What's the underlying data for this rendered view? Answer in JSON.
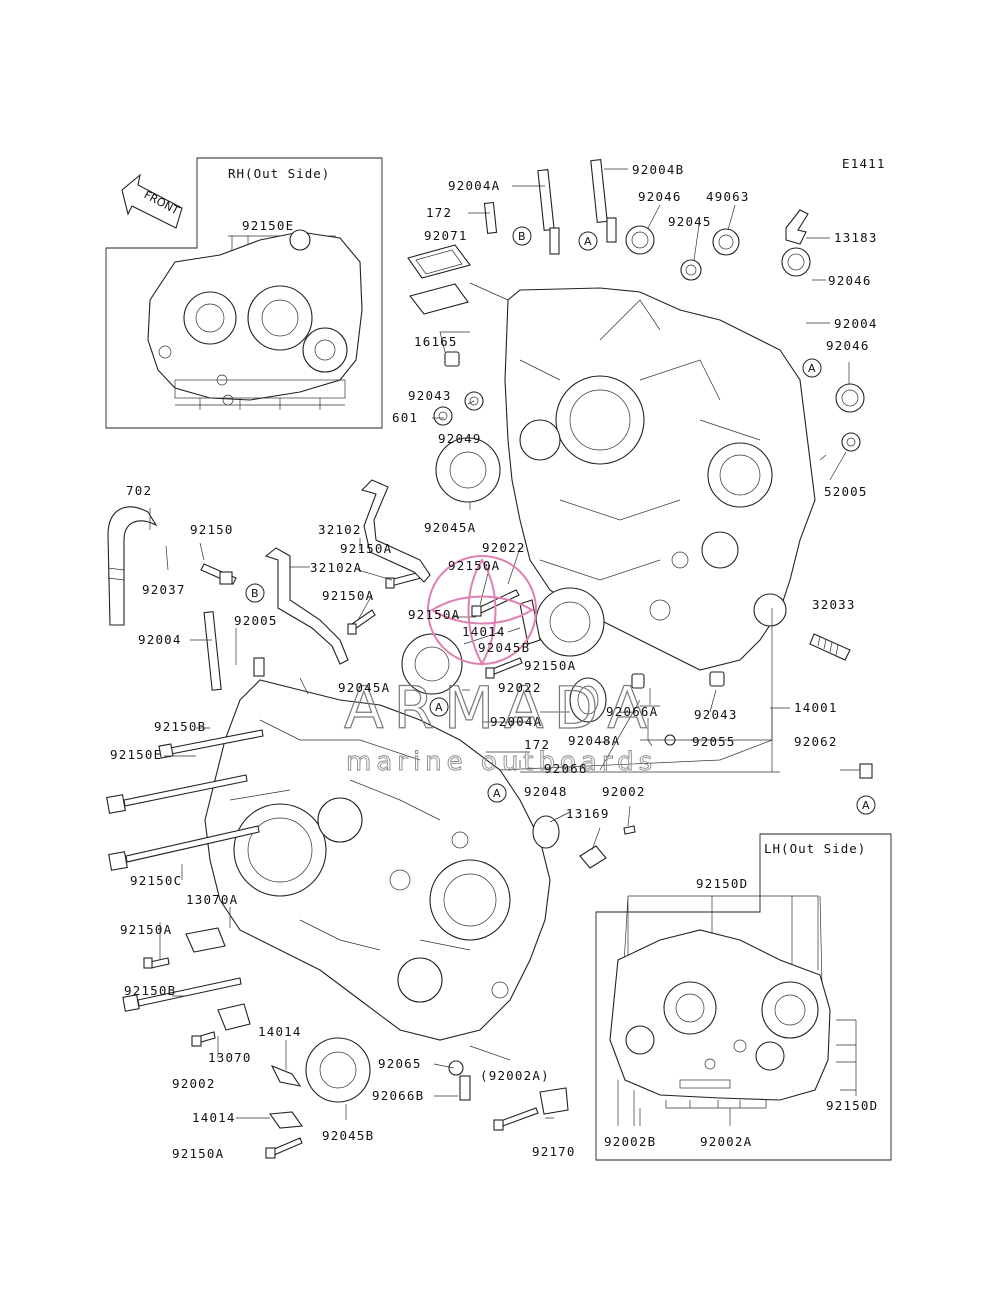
{
  "code": "E1411",
  "front_label": "FRONT",
  "inset_rh": {
    "title": "RH(Out Side)",
    "label": "92150E"
  },
  "inset_lh": {
    "title": "LH(Out Side)",
    "label_top": "92150D",
    "label_right": "92150D",
    "label_bottom_left": "92002B",
    "label_bottom_mid": "92002A"
  },
  "watermark": {
    "title": "ARMADA",
    "subtitle": "marine outboards",
    "color": "#e07fb4"
  },
  "ref_marks": [
    "A",
    "B"
  ],
  "labels": [
    {
      "id": "l1",
      "text": "92004B"
    },
    {
      "id": "l2",
      "text": "92004A"
    },
    {
      "id": "l3",
      "text": "172"
    },
    {
      "id": "l4",
      "text": "92071"
    },
    {
      "id": "l5",
      "text": "16165"
    },
    {
      "id": "l6",
      "text": "92043"
    },
    {
      "id": "l7",
      "text": "601"
    },
    {
      "id": "l8",
      "text": "92049"
    },
    {
      "id": "l9",
      "text": "92046"
    },
    {
      "id": "l10",
      "text": "49063"
    },
    {
      "id": "l11",
      "text": "92045"
    },
    {
      "id": "l12",
      "text": "13183"
    },
    {
      "id": "l13",
      "text": "92046"
    },
    {
      "id": "l14",
      "text": "92004"
    },
    {
      "id": "l15",
      "text": "92046"
    },
    {
      "id": "l16",
      "text": "52005"
    },
    {
      "id": "l17",
      "text": "702"
    },
    {
      "id": "l18",
      "text": "92150"
    },
    {
      "id": "l19",
      "text": "92037"
    },
    {
      "id": "l20",
      "text": "32102"
    },
    {
      "id": "l21",
      "text": "92150A"
    },
    {
      "id": "l22",
      "text": "32102A"
    },
    {
      "id": "l23",
      "text": "92045A"
    },
    {
      "id": "l24",
      "text": "92022"
    },
    {
      "id": "l25",
      "text": "92150A"
    },
    {
      "id": "l26",
      "text": "92150A"
    },
    {
      "id": "l27",
      "text": "92150A"
    },
    {
      "id": "l28",
      "text": "14014"
    },
    {
      "id": "l29",
      "text": "92045B"
    },
    {
      "id": "l30",
      "text": "92004"
    },
    {
      "id": "l31",
      "text": "92005"
    },
    {
      "id": "l32",
      "text": "92045A"
    },
    {
      "id": "l33",
      "text": "92150A"
    },
    {
      "id": "l34",
      "text": "92022"
    },
    {
      "id": "l35",
      "text": "32033"
    },
    {
      "id": "l36",
      "text": "14001"
    },
    {
      "id": "l37",
      "text": "92066A"
    },
    {
      "id": "l38",
      "text": "92043"
    },
    {
      "id": "l39",
      "text": "92004A"
    },
    {
      "id": "l40",
      "text": "92048A"
    },
    {
      "id": "l41",
      "text": "92055"
    },
    {
      "id": "l42",
      "text": "172"
    },
    {
      "id": "l43",
      "text": "92062"
    },
    {
      "id": "l44",
      "text": "92066"
    },
    {
      "id": "l45",
      "text": "92150B"
    },
    {
      "id": "l46",
      "text": "92150E"
    },
    {
      "id": "l47",
      "text": "92048"
    },
    {
      "id": "l48",
      "text": "92002"
    },
    {
      "id": "l49",
      "text": "13169"
    },
    {
      "id": "l50",
      "text": "92150C"
    },
    {
      "id": "l51",
      "text": "13070A"
    },
    {
      "id": "l52",
      "text": "92150A"
    },
    {
      "id": "l53",
      "text": "92150B"
    },
    {
      "id": "l54",
      "text": "14014"
    },
    {
      "id": "l55",
      "text": "13070"
    },
    {
      "id": "l56",
      "text": "92002"
    },
    {
      "id": "l57",
      "text": "92065"
    },
    {
      "id": "l58",
      "text": "(92002A)"
    },
    {
      "id": "l59",
      "text": "92066B"
    },
    {
      "id": "l60",
      "text": "14014"
    },
    {
      "id": "l61",
      "text": "92045B"
    },
    {
      "id": "l62",
      "text": "92150A"
    },
    {
      "id": "l63",
      "text": "92170"
    }
  ]
}
